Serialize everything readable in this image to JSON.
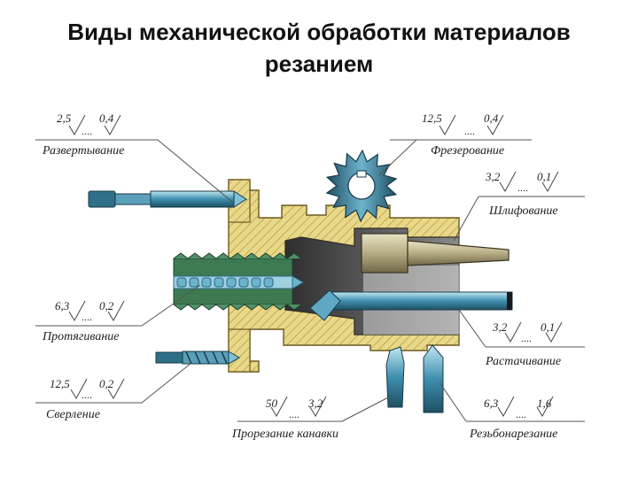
{
  "title": {
    "line1": "Виды механической обработки материалов",
    "line2": "резанием"
  },
  "callouts": {
    "razvert": {
      "v1": "2,5",
      "v2": "0,4",
      "dots": "....",
      "label": "Развертывание"
    },
    "frez": {
      "v1": "12,5",
      "v2": "0,4",
      "dots": "....",
      "label": "Фрезерование"
    },
    "shlif": {
      "v1": "3,2",
      "v2": "0,1",
      "dots": "....",
      "label": "Шлифование"
    },
    "protyag": {
      "v1": "6,3",
      "v2": "0,2",
      "dots": "....",
      "label": "Протягивание"
    },
    "rastach": {
      "v1": "3,2",
      "v2": "0,1",
      "dots": "....",
      "label": "Растачивание"
    },
    "sverl": {
      "v1": "12,5",
      "v2": "0,2",
      "dots": "....",
      "label": "Сверление"
    },
    "prorez": {
      "v1": "50",
      "v2": "3,2",
      "dots": "....",
      "label": "Прорезание канавки"
    },
    "rezbo": {
      "v1": "6,3",
      "v2": "1,6",
      "dots": "....",
      "label": "Резьбонарезание"
    }
  },
  "colors": {
    "body": "#e8d88a",
    "hatch": "#b8973a",
    "tool_blue": "#3f7f9a",
    "tool_light": "#9fd0e0",
    "shaft": "#c9c2a0",
    "bore": "#4a4a4a",
    "line": "#555555"
  }
}
